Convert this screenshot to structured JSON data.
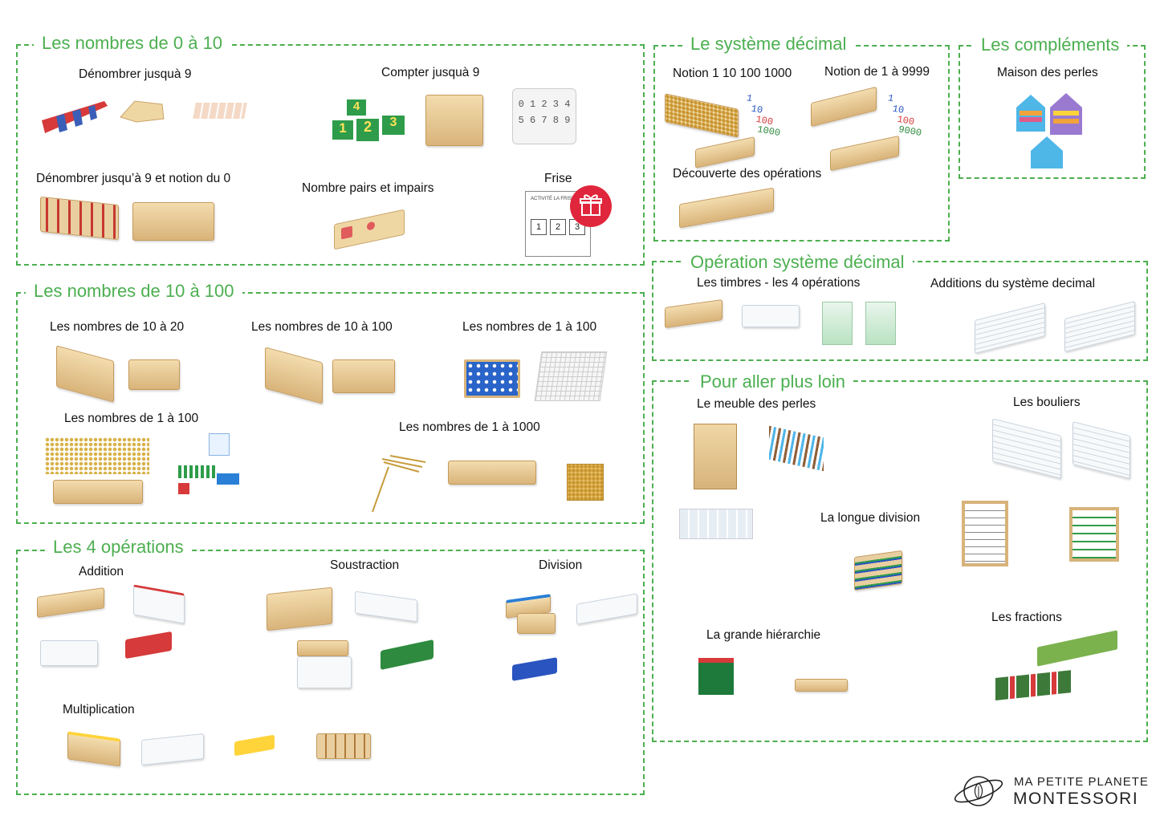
{
  "colors": {
    "accent": "#4caf50",
    "gift": "#e0263c"
  },
  "sections": {
    "n0_10": {
      "title": "Les nombres de 0 à 10",
      "labels": {
        "denombrer9": "Dénombrer jusquà 9",
        "compter9": "Compter jusquà 9",
        "denombrer_zero": "Dénombrer jusqu’à 9 et notion du 0",
        "pairs": "Nombre pairs et impairs",
        "frise": "Frise"
      },
      "cards": {
        "green": [
          "4",
          "1",
          "2",
          "3"
        ],
        "board_row1": "0 1 2 3 4",
        "board_row2": "5 6 7 8 9"
      },
      "frise_sheet": {
        "heading": "ACTIVITÉ LA FRISE",
        "cells": [
          "1",
          "2",
          "3"
        ]
      }
    },
    "n10_100": {
      "title": "Les nombres de 10 à 100",
      "labels": {
        "n10_20": "Les nombres de 10 à 20",
        "n10_100": "Les nombres de 10 à 100",
        "n1_100a": "Les nombres de 1 à 100",
        "n1_100b": "Les nombres de 1 à 100",
        "n1_1000": "Les nombres de 1 à 1000"
      }
    },
    "ops4": {
      "title": "Les 4 opérations",
      "labels": {
        "addition": "Addition",
        "soustraction": "Soustraction",
        "division": "Division",
        "multiplication": "Multiplication"
      }
    },
    "decimal": {
      "title": "Le système décimal",
      "labels": {
        "notion": "Notion 1 10 100 1000",
        "notion9999": "Notion de 1 à 9999",
        "decouverte": "Découverte des opérations"
      },
      "cards_a": [
        "1",
        "10",
        "100",
        "1000"
      ],
      "cards_b": [
        "1",
        "10",
        "100",
        "9000"
      ]
    },
    "complements": {
      "title": "Les compléments",
      "labels": {
        "maison": "Maison des perles"
      }
    },
    "op_decimal": {
      "title": "Opération système décimal",
      "labels": {
        "timbres": "Les timbres - les 4 opérations",
        "additions": "Additions du système decimal"
      }
    },
    "loin": {
      "title": "Pour aller plus loin",
      "labels": {
        "meuble": "Le meuble des perles",
        "bouliers": "Les bouliers",
        "division": "La longue division",
        "hierarchie": "La grande hiérarchie",
        "fractions": "Les fractions"
      }
    }
  },
  "brand": {
    "line1": "MA PETITE PLANETE",
    "line2": "MONTESSORI"
  }
}
